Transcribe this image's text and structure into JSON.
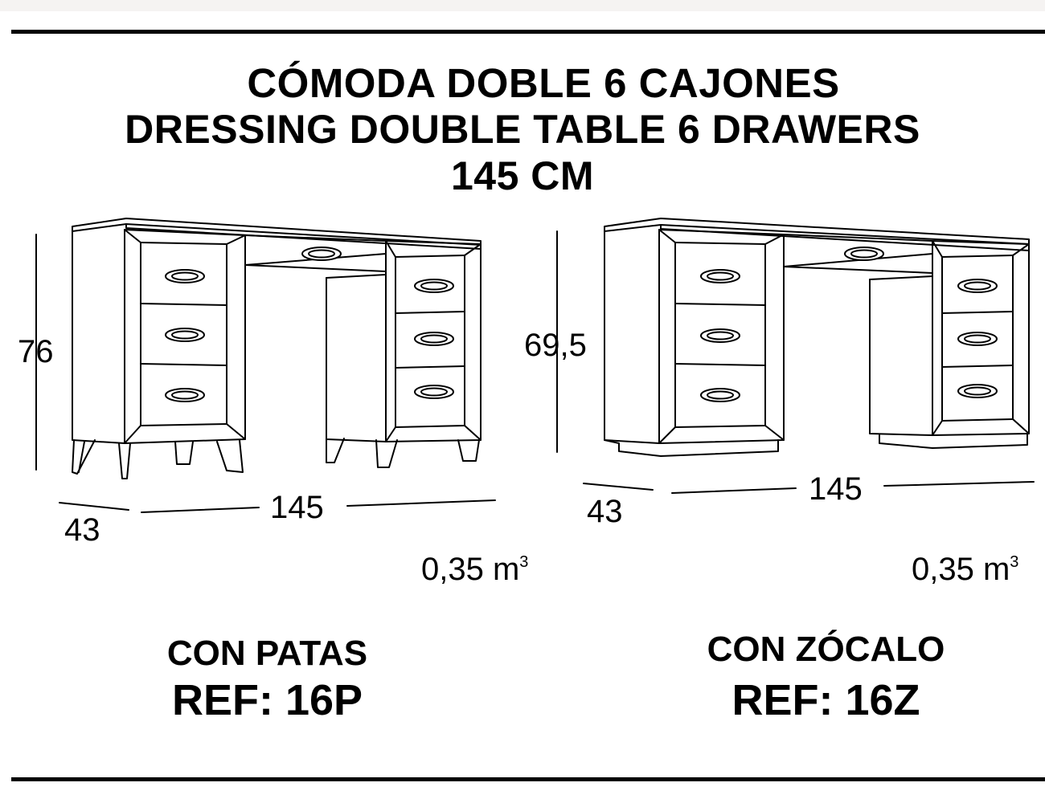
{
  "title": {
    "line1": "CÓMODA DOBLE 6 CAJONES",
    "line2": "DRESSING DOUBLE TABLE 6 DRAWERS",
    "line3": "145 CM"
  },
  "left": {
    "height": "76",
    "width": "145",
    "depth": "43",
    "volume": "0,35 m",
    "volume_exp": "3",
    "variant": "CON PATAS",
    "ref": "REF: 16P"
  },
  "right": {
    "height": "69,5",
    "width": "145",
    "depth": "43",
    "volume": "0,35 m",
    "volume_exp": "3",
    "variant": "CON ZÓCALO",
    "ref": "REF: 16Z"
  }
}
